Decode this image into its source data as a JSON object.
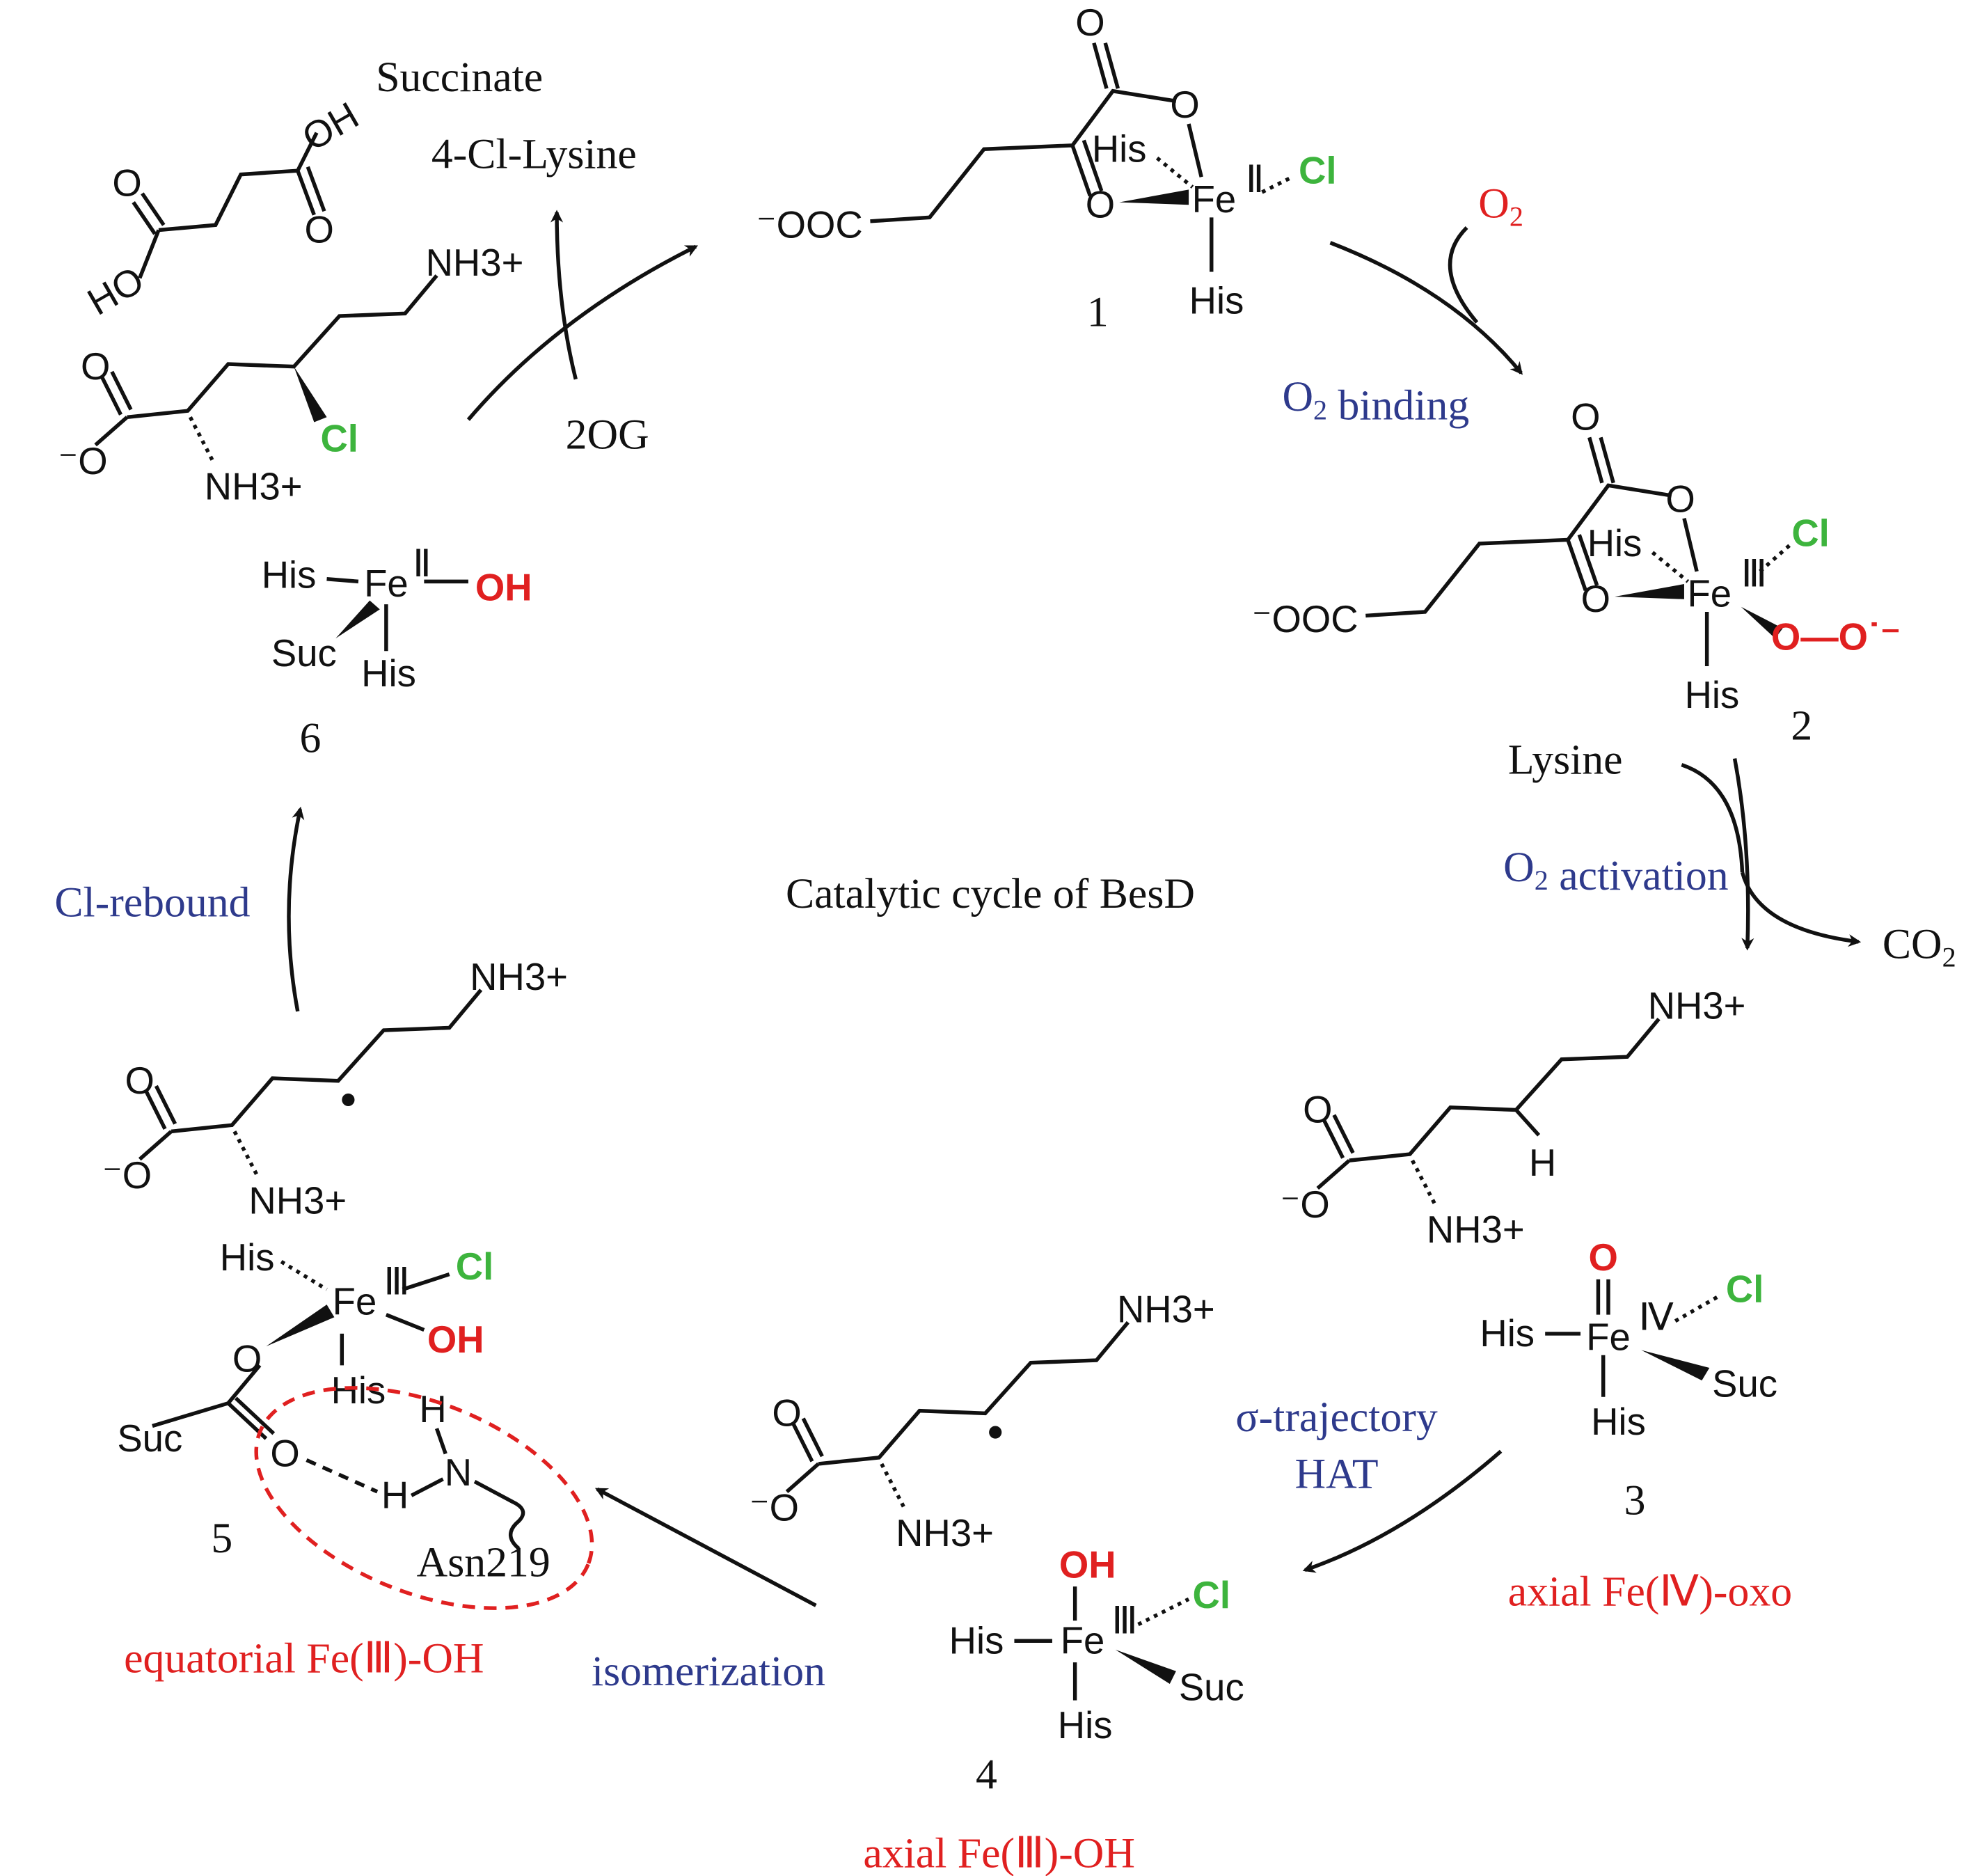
{
  "title": "Catalytic cycle of BesD",
  "labels": {
    "succinate": "Succinate",
    "cl_lysine": "4-Cl-Lysine",
    "two_og": "2OG",
    "o2": "O2",
    "o2_binding": "O2 binding",
    "lysine": "Lysine",
    "o2_activation": "O2 activation",
    "co2": "CO2",
    "sigma_hat_1": "σ-trajectory",
    "sigma_hat_2": "HAT",
    "isomerization": "isomerization",
    "cl_rebound": "Cl-rebound"
  },
  "states": {
    "s3": "axial Fe(Ⅳ)-oxo",
    "s4": "axial Fe(Ⅲ)-OH",
    "s5": "equatorial Fe(Ⅲ)-OH"
  },
  "numbers": [
    "1",
    "2",
    "3",
    "4",
    "5",
    "6"
  ],
  "atoms": {
    "his": "His",
    "fe": "Fe",
    "cl": "Cl",
    "o": "O",
    "oh": "OH",
    "ho": "HO",
    "suc": "Suc",
    "ooc": "⁻OOC",
    "nh3": "NH3+",
    "o_minus": "⁻O",
    "h": "H",
    "n": "N",
    "asn": "Asn219",
    "oo": "O—O˙⁻",
    "ox2": "Ⅱ",
    "ox3": "Ⅲ",
    "ox4": "Ⅳ"
  },
  "lysines": [
    {
      "id": "6",
      "substituent": "Cl"
    },
    {
      "id": "5",
      "substituent": "radical"
    },
    {
      "id": "4",
      "substituent": "radical"
    },
    {
      "id": "3",
      "substituent": "H"
    }
  ],
  "colors": {
    "halogen": "#3db43d",
    "oxygen": "#e02020",
    "step": "#2e3a8c",
    "state": "#e02020"
  }
}
